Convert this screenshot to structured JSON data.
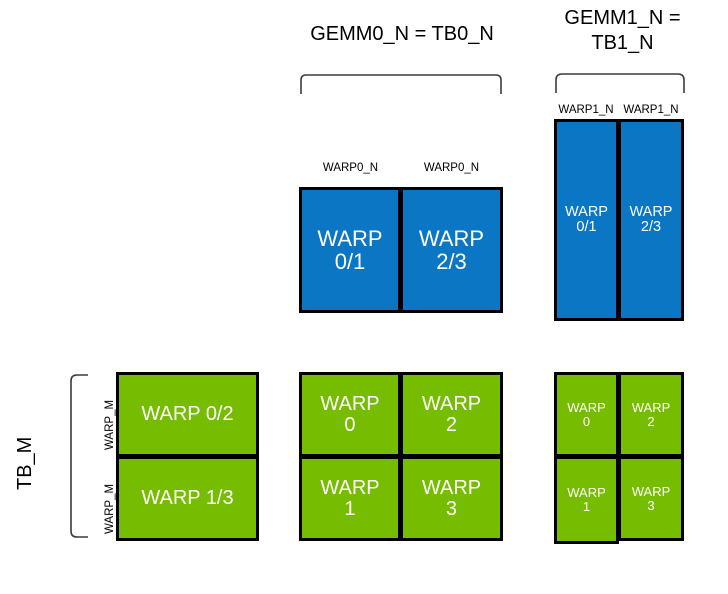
{
  "diagram": {
    "title_top_left": "GEMM0_N = TB0_N",
    "title_top_right": "GEMM1_N =\nTB1_N",
    "colors": {
      "blue": "#0A76C4",
      "green": "#76BC01",
      "outline": "#000000",
      "background": "#FFFFFF",
      "text_on_block": "#FFFFFF"
    },
    "labels": {
      "tb_m": "TB_M",
      "warp_m": "WARP_M",
      "warp0_n": "WARP0_N",
      "warp1_n": "WARP1_N"
    },
    "gemm0_top_row": {
      "bracket_label": "GEMM0_N = TB0_N",
      "column_labels": [
        "WARP0_N",
        "WARP0_N"
      ],
      "cells": [
        "WARP\n0/1",
        "WARP\n2/3"
      ]
    },
    "gemm1_top_row": {
      "bracket_label": "GEMM1_N =\nTB1_N",
      "column_labels": [
        "WARP1_N",
        "WARP1_N"
      ],
      "cells": [
        "WARP\n0/1",
        "WARP\n2/3"
      ]
    },
    "left_green_group": {
      "row_labels": [
        "WARP_M",
        "WARP_M"
      ],
      "bracket_label": "TB_M",
      "cells": [
        "WARP 0/2",
        "WARP 1/3"
      ]
    },
    "middle_green_group": {
      "cells": [
        [
          "WARP\n0",
          "WARP\n2"
        ],
        [
          "WARP\n1",
          "WARP\n3"
        ]
      ]
    },
    "right_green_group": {
      "cells": [
        [
          "WARP\n0",
          "WARP\n2"
        ],
        [
          "WARP\n1",
          "WARP\n3"
        ]
      ]
    }
  }
}
